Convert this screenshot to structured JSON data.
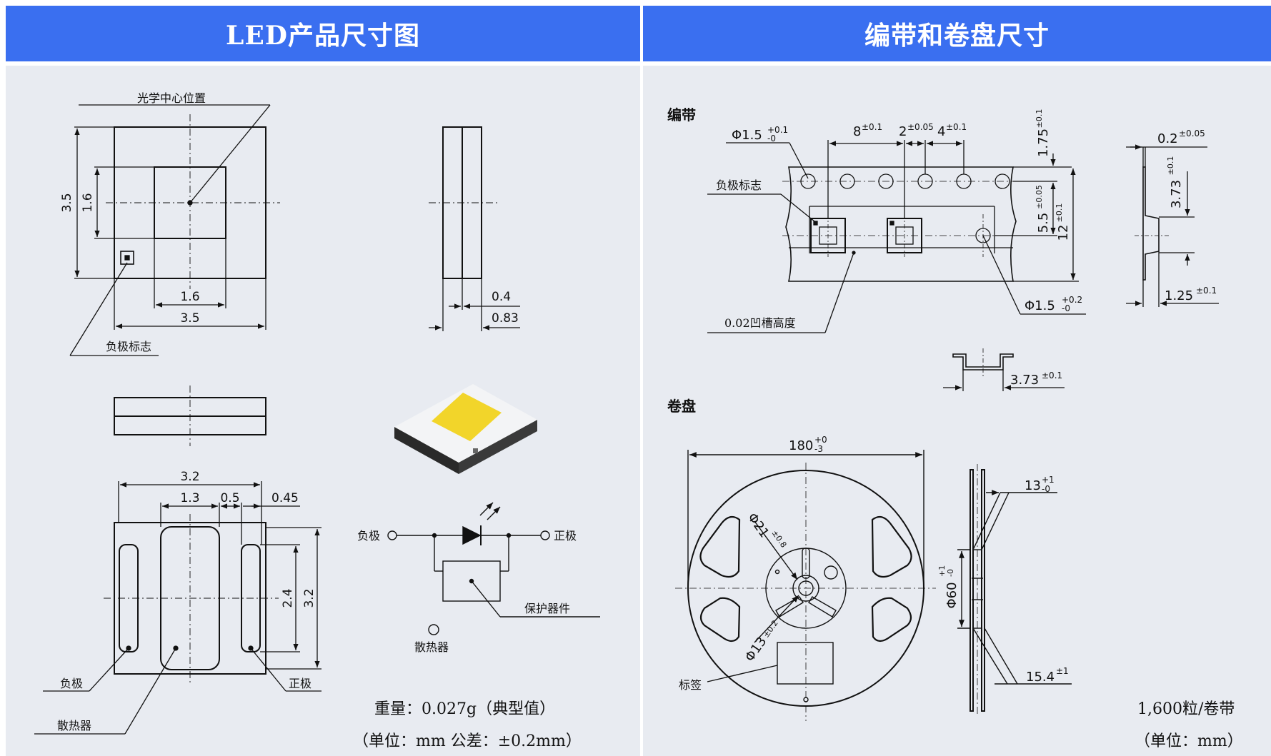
{
  "left_header": "LED产品尺寸图",
  "right_header": "编带和卷盘尺寸",
  "led": {
    "optical_center": "光学中心位置",
    "dim_3_5_v": "3.5",
    "dim_1_6_v": "1.6",
    "dim_1_6_h": "1.6",
    "dim_3_5_h": "3.5",
    "cathode_mark": "负极标志",
    "dim_0_4": "0.4",
    "dim_0_83": "0.83",
    "bottom": {
      "dim_3_2_h": "3.2",
      "dim_1_3": "1.3",
      "dim_0_5": "0.5",
      "dim_0_45": "0.45",
      "dim_2_4": "2.4",
      "dim_3_2_v": "3.2",
      "cathode": "负极",
      "anode": "正极",
      "heatsink": "散热器"
    },
    "schematic": {
      "cathode": "负极",
      "anode": "正极",
      "protection": "保护器件",
      "heatsink": "散热器"
    },
    "weight": "重量：0.027g（典型值）",
    "units": "（单位：mm  公差：±0.2mm）"
  },
  "tape": {
    "title": "编带",
    "hole_dia": "Φ1.5",
    "hole_dia_tol_up": "+0.1",
    "hole_dia_tol_dn": "-0",
    "pitch_8": "8",
    "pitch_8_tol": "±0.1",
    "pitch_2": "2",
    "pitch_2_tol": "±0.05",
    "pitch_4": "4",
    "pitch_4_tol": "±0.1",
    "dim_1_75": "1.75",
    "dim_1_75_tol": "±0.1",
    "dim_5_5": "5.5",
    "dim_5_5_tol": "±0.05",
    "dim_12": "12",
    "dim_12_tol": "±0.1",
    "cathode_mark": "负极标志",
    "groove": "0.02凹槽高度",
    "hole2_dia": "Φ1.5",
    "hole2_tol_up": "+0.2",
    "hole2_tol_dn": "-0",
    "dim_0_2": "0.2",
    "dim_0_2_tol": "±0.05",
    "dim_3_73_v": "3.73",
    "dim_3_73_v_tol": "±0.1",
    "dim_1_25": "1.25",
    "dim_1_25_tol": "±0.1",
    "dim_3_73_h": "3.73",
    "dim_3_73_h_tol": "±0.1"
  },
  "reel": {
    "title": "卷盘",
    "dim_180": "180",
    "dim_180_up": "+0",
    "dim_180_dn": "-3",
    "dim_21": "Φ21",
    "dim_21_tol": "±0.8",
    "dim_13_dia": "Φ13",
    "dim_13_dia_tol": "±0.2",
    "label": "标签",
    "dim_13": "13",
    "dim_13_up": "+1",
    "dim_13_dn": "-0",
    "dim_60": "Φ60",
    "dim_60_up": "+1",
    "dim_60_dn": "-0",
    "dim_15_4": "15.4",
    "dim_15_4_tol": "±1",
    "qty": "1,600粒/卷带",
    "units": "（单位：mm）"
  }
}
